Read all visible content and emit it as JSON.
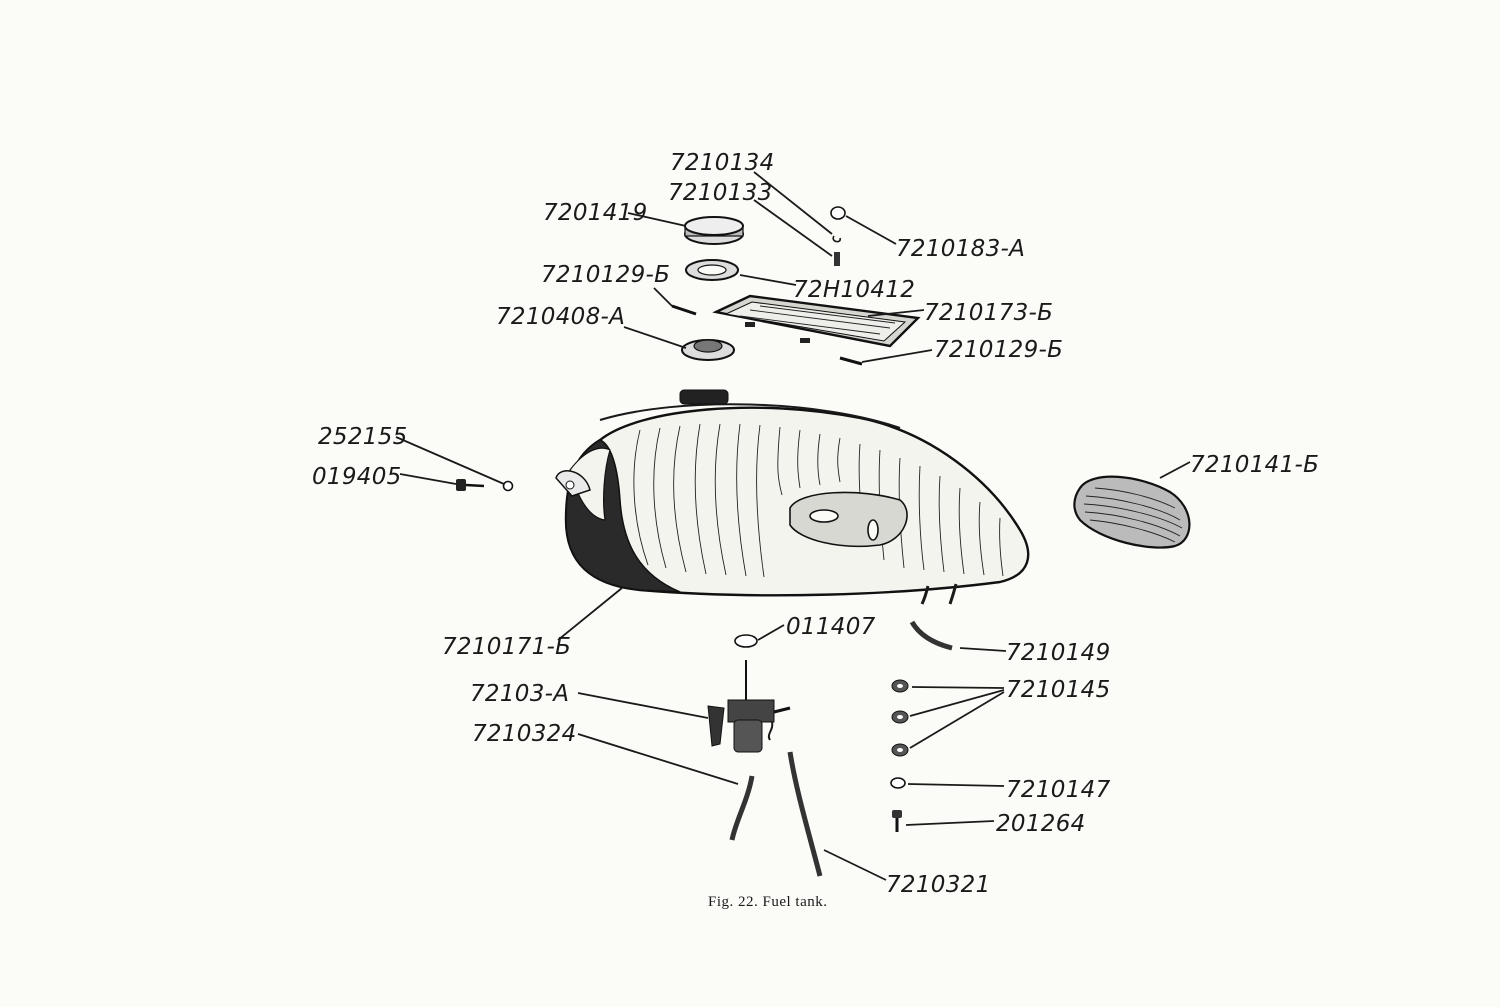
{
  "caption": "Fig. 22. Fuel tank.",
  "parts": [
    {
      "id": "p-7210134",
      "number": "7210134"
    },
    {
      "id": "p-7210133",
      "number": "7210133"
    },
    {
      "id": "p-7201419",
      "number": "7201419"
    },
    {
      "id": "p-7210183a",
      "number": "7210183-А"
    },
    {
      "id": "p-7210129b-top",
      "number": "7210129-Б"
    },
    {
      "id": "p-72h10412",
      "number": "72Н10412"
    },
    {
      "id": "p-7210173b",
      "number": "7210173-Б"
    },
    {
      "id": "p-7210408a",
      "number": "7210408-А"
    },
    {
      "id": "p-7210129b-bottom",
      "number": "7210129-Б"
    },
    {
      "id": "p-252155",
      "number": "252155"
    },
    {
      "id": "p-019405",
      "number": "019405"
    },
    {
      "id": "p-7210141b",
      "number": "7210141-Б"
    },
    {
      "id": "p-7210171b",
      "number": "7210171-Б"
    },
    {
      "id": "p-011407",
      "number": "011407"
    },
    {
      "id": "p-7210149",
      "number": "7210149"
    },
    {
      "id": "p-72103a",
      "number": "72103-А"
    },
    {
      "id": "p-7210145",
      "number": "7210145"
    },
    {
      "id": "p-7210324",
      "number": "7210324"
    },
    {
      "id": "p-7210147",
      "number": "7210147"
    },
    {
      "id": "p-201264",
      "number": "201264"
    },
    {
      "id": "p-7210321",
      "number": "7210321"
    }
  ]
}
